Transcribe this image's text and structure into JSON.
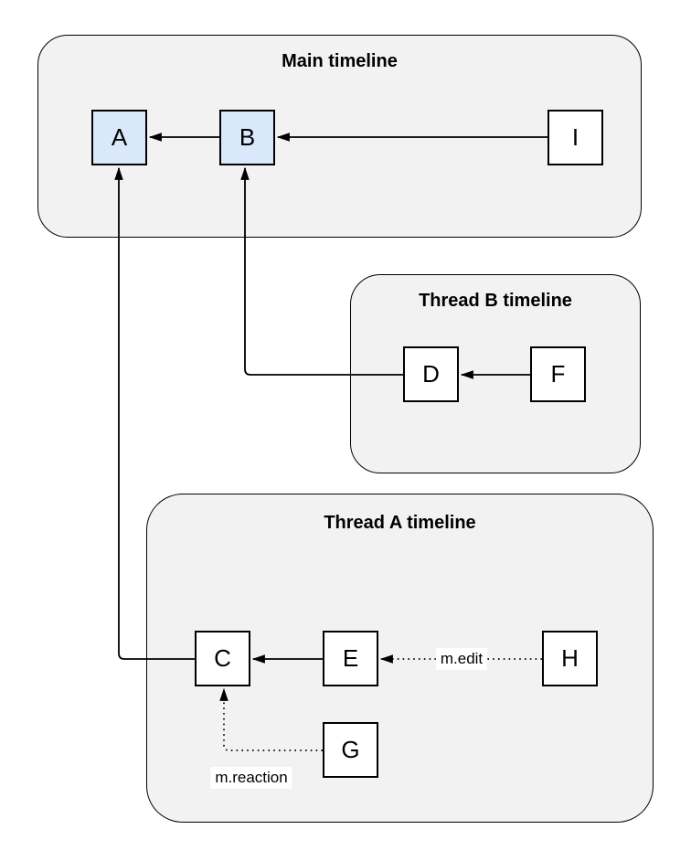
{
  "containers": {
    "main": {
      "title": "Main timeline"
    },
    "thread_b": {
      "title": "Thread B timeline"
    },
    "thread_a": {
      "title": "Thread A timeline"
    }
  },
  "nodes": {
    "a": {
      "label": "A",
      "timeline": "main",
      "highlighted": true
    },
    "b": {
      "label": "B",
      "timeline": "main",
      "highlighted": true
    },
    "i": {
      "label": "I",
      "timeline": "main",
      "highlighted": false
    },
    "d": {
      "label": "D",
      "timeline": "thread_b",
      "highlighted": false
    },
    "f": {
      "label": "F",
      "timeline": "thread_b",
      "highlighted": false
    },
    "c": {
      "label": "C",
      "timeline": "thread_a",
      "highlighted": false
    },
    "e": {
      "label": "E",
      "timeline": "thread_a",
      "highlighted": false
    },
    "h": {
      "label": "H",
      "timeline": "thread_a",
      "highlighted": false
    },
    "g": {
      "label": "G",
      "timeline": "thread_a",
      "highlighted": false
    }
  },
  "edges": [
    {
      "from": "B",
      "to": "A",
      "style": "solid"
    },
    {
      "from": "I",
      "to": "B",
      "style": "solid"
    },
    {
      "from": "C",
      "to": "A",
      "style": "solid"
    },
    {
      "from": "F",
      "to": "D",
      "style": "solid"
    },
    {
      "from": "D",
      "to": "B",
      "style": "solid"
    },
    {
      "from": "E",
      "to": "C",
      "style": "solid"
    },
    {
      "from": "H",
      "to": "E",
      "style": "dotted",
      "label": "m.edit"
    },
    {
      "from": "G",
      "to": "C",
      "style": "dotted",
      "label": "m.reaction"
    }
  ],
  "edge_labels": {
    "edit": "m.edit",
    "reaction": "m.reaction"
  },
  "colors": {
    "canvas": "#ffffff",
    "container_fill": "#f2f2f2",
    "container_border": "#000000",
    "node_fill": "#ffffff",
    "node_highlight_fill": "#dae8fc",
    "node_border": "#000000",
    "edge": "#000000"
  }
}
